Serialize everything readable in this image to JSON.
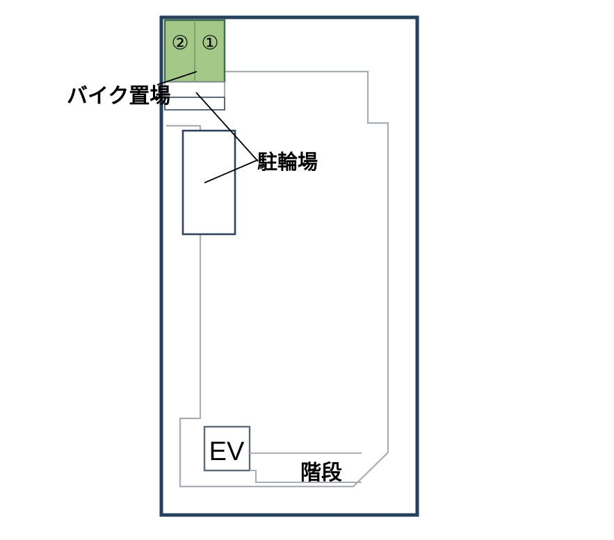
{
  "diagram": {
    "title": "",
    "type": "building-floor-plan",
    "colors": {
      "outer_wall": "#24415f",
      "inner_wall_gray": "#a9adb4",
      "inner_wall_dark": "#2e4360",
      "bike_area_fill": "#a3c887",
      "bike_area_stroke": "#3c6e47",
      "leader_line": "#000000",
      "background": "#ffffff"
    }
  },
  "motorcycle_parking": {
    "label": "バイク置場",
    "stalls": [
      {
        "number": "②"
      },
      {
        "number": "①"
      }
    ]
  },
  "bicycle_parking": {
    "label": "駐輪場"
  },
  "elevator": {
    "label": "EV"
  },
  "stairs": {
    "label": "階段"
  }
}
